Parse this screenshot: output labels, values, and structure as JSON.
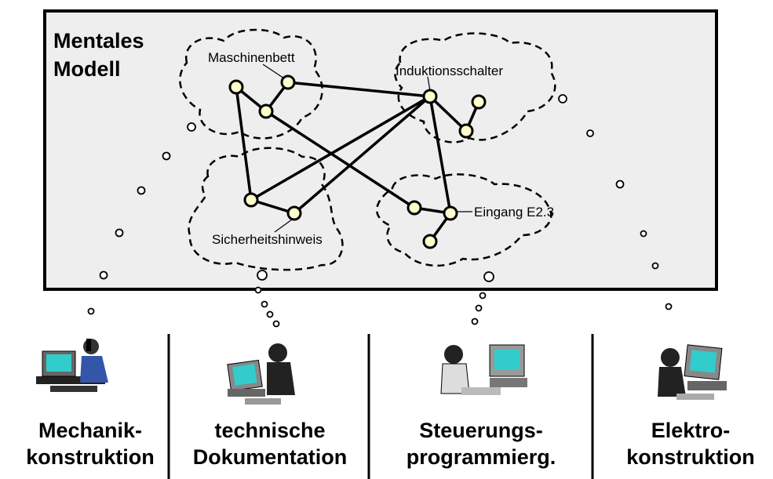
{
  "model": {
    "title": "Mentales\nModell"
  },
  "clusters": [
    {
      "id": "maschinenbett",
      "label": "Maschinenbett"
    },
    {
      "id": "induktionsschalter",
      "label": "Induktionsschalter"
    },
    {
      "id": "sicherheitshinweis",
      "label": "Sicherheitshinweis"
    },
    {
      "id": "eingang",
      "label": "Eingang E2.3"
    }
  ],
  "disciplines": [
    {
      "id": "mechanik",
      "label": "Mechanik-\nkonstruktion",
      "icon": "engineer-on-phone-at-computer-icon"
    },
    {
      "id": "doku",
      "label": "technische\nDokumentation",
      "icon": "person-at-computer-icon"
    },
    {
      "id": "steuerung",
      "label": "Steuerungs-\nprogrammierg.",
      "icon": "person-at-computer-icon"
    },
    {
      "id": "elektro",
      "label": "Elektro-\nkonstruktion",
      "icon": "person-at-computer-icon"
    }
  ],
  "colors": {
    "node_fill": "#ffffcc",
    "model_bg": "#eeeeee",
    "stroke": "#000000"
  }
}
